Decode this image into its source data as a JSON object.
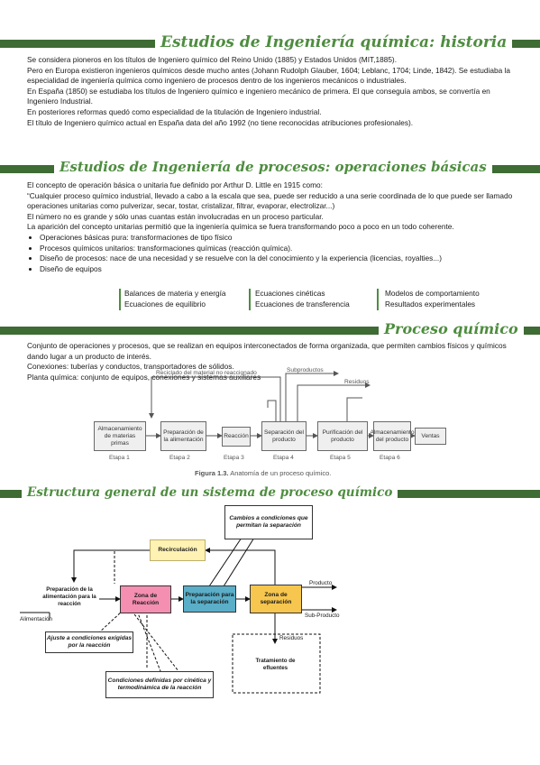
{
  "sections": {
    "historia": {
      "title": "Estudios de Ingeniería química: historia",
      "paragraphs": [
        "Se considera pioneros en los títulos de Ingeniero químico del Reino Unido (1885) y Estados Unidos (MIT,1885).",
        "Pero en Europa existieron ingenieros químicos desde mucho antes (Johann Rudolph Glauber, 1604; Leblanc, 1704; Linde, 1842).  Se estudiaba la especialidad de ingeniería química como ingeniero de procesos dentro de los ingenieros mecánicos o industriales.",
        "En España (1850) se estudiaba los títulos de Ingeniero químico e ingeniero mecánico de primera.  El que conseguía ambos, se convertía en Ingeniero Industrial.",
        "En posteriores reformas quedó como especialidad de la titulación de Ingeniero industrial.",
        "El título de Ingeniero químico actual en España data del año 1992 (no tiene reconocidas atribuciones profesionales)."
      ]
    },
    "procesos": {
      "title": "Estudios de Ingeniería de procesos: operaciones básicas",
      "paragraphs": [
        "El concepto de operación básica o unitaria fue definido por Arthur D. Little en 1915 como:",
        "“Cualquier proceso químico industrial, llevado a cabo a la escala que sea, puede ser reducido a una serie coordinada de lo que puede ser llamado operaciones unitarias como pulverizar, secar, tostar, cristalizar, filtrar, evaporar, electrolizar...)",
        "El número no es grande y sólo unas cuantas están involucradas en un proceso particular.",
        "La aparición del concepto unitarias permitió que la ingeniería química se fuera transformando poco a poco en un todo coherente."
      ],
      "bullets": [
        "Operaciones básicas pura: transformaciones de tipo físico",
        "Procesos químicos unitarios: transformaciones químicas (reacción química).",
        "Diseño de procesos: nace de una necesidad y se resuelve con la del conocimiento y la experiencia (licencias, royalties...)",
        "Diseño de equipos"
      ],
      "design_cols": [
        [
          "Balances de materia y energía",
          "Ecuaciones de equilibrio"
        ],
        [
          "Ecuaciones cinéticas",
          "Ecuaciones de transferencia"
        ],
        [
          "Modelos de comportamiento",
          "Resultados experimentales"
        ]
      ]
    },
    "proceso": {
      "title": "Proceso químico",
      "paragraphs": [
        "Conjunto de operaciones y procesos, que se realizan en equipos interconectados de forma organizada, que permiten cambios físicos y químicos dando lugar a un producto de interés.",
        "Conexiones: tuberías y conductos, transportadores de sólidos.",
        "Planta química: conjunto de equipos, conexiones y sistemas auxiliares"
      ]
    },
    "estructura": {
      "title": "Estructura general de un sistema de proceso químico"
    }
  },
  "figure1": {
    "boxes": [
      "Almacenamiento de materias primas",
      "Preparación de la alimentación",
      "Reacción",
      "Separación del producto",
      "Purificación del producto",
      "Almacenamiento del producto",
      "Ventas"
    ],
    "stages": [
      "Etapa 1",
      "Etapa 2",
      "Etapa 3",
      "Etapa 4",
      "Etapa 5",
      "Etapa 6"
    ],
    "recycle": "Reciclado del material no reaccionado",
    "byproducts": "Subproductos",
    "residues": "Residuos",
    "caption_num": "Figura 1.3.",
    "caption_text": "Anatomía de un proceso químico."
  },
  "figure2": {
    "recirculacion": "Recirculación",
    "prep_alim": "Preparación de la alimentación para la reacción",
    "zona_reaccion": "Zona de Reacción",
    "prep_sep": "Preparación para la separación",
    "zona_sep": "Zona de separación",
    "tratamiento": "Tratamiento de efluentes",
    "cambios": "Cambios a condiciones que permitan la separación",
    "ajuste": "Ajuste a condiciones exigidas por la reacción",
    "condiciones": "Condiciones definidas por cinética y termodinámica de la reacción",
    "alimentacion": "Alimentación",
    "producto": "Producto",
    "subproducto": "Sub-Producto",
    "residuos": "Residuos"
  },
  "colors": {
    "band": "#3f6b34",
    "title": "#4e8d3f",
    "reaction": "#f48fb1",
    "prep_sep": "#5aaec8",
    "zona_sep": "#f7c64e",
    "recirc": "#fff2b3"
  }
}
